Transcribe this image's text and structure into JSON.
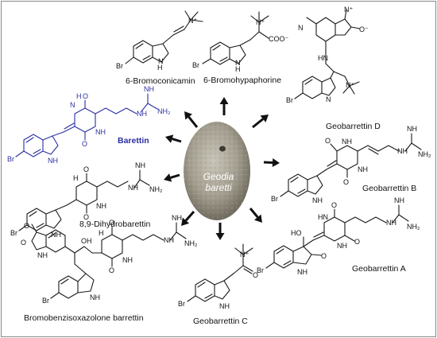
{
  "center": {
    "label_line1": "Geodia",
    "label_line2": "baretti"
  },
  "compounds": [
    {
      "id": "bromoconicamin",
      "caption": "6-Bromoconicamin",
      "highlight": false
    },
    {
      "id": "bromohypaphorine",
      "caption": "6-Bromohypaphorine",
      "highlight": false
    },
    {
      "id": "geobarrettin-d",
      "caption": "Geobarrettin D",
      "highlight": false
    },
    {
      "id": "barettin",
      "caption": "Barettin",
      "highlight": true
    },
    {
      "id": "geobarrettin-b",
      "caption": "Geobarrettin B",
      "highlight": false
    },
    {
      "id": "dihydrobarettin",
      "caption": "8,9-Dihydrobarettin",
      "highlight": false
    },
    {
      "id": "geobarrettin-a",
      "caption": "Geobarrettin A",
      "highlight": false
    },
    {
      "id": "bromobenzisoxazolone",
      "caption": "Bromobenzisoxazolone barrettin",
      "highlight": false
    },
    {
      "id": "geobarrettin-c",
      "caption": "Geobarrettin C",
      "highlight": false
    }
  ],
  "atoms": {
    "br": "Br",
    "nh": "NH",
    "h": "H",
    "n": "N",
    "n_plus": "N⁺",
    "o": "O",
    "oh": "OH",
    "ho": "HO",
    "coo": "COO⁻",
    "o_minus": "O⁻",
    "nh2": "NH₂",
    "hn": "HN",
    "h_n": "N-H",
    "n_o": "N",
    "o_iso": "O"
  },
  "colors": {
    "highlight": "#2b2fa0",
    "text": "#111111",
    "arrow": "#111111",
    "sponge": "#9a9585",
    "frame": "#888888"
  }
}
